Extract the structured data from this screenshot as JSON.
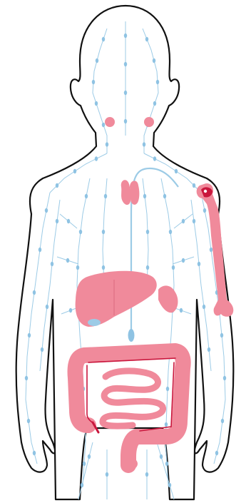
{
  "figure": {
    "subject": "child-body-outline",
    "colors": {
      "background": "#ffffff",
      "outline": "#111111",
      "lymph_vessel": "#9ccbe6",
      "lymph_node": "#8fc3e3",
      "organ": "#f08a9b",
      "organ_dark": "#e06f84",
      "marrow": "#c9173d"
    },
    "organs": [
      {
        "id": "tonsils",
        "icon": "tonsil-icon"
      },
      {
        "id": "thymus",
        "icon": "thymus-icon"
      },
      {
        "id": "bone-marrow",
        "icon": "bone-icon"
      },
      {
        "id": "liver",
        "icon": "liver-icon"
      },
      {
        "id": "spleen",
        "icon": "spleen-icon"
      },
      {
        "id": "gallbladder",
        "icon": "gallbladder-icon"
      },
      {
        "id": "large-intestine",
        "icon": "colon-icon"
      },
      {
        "id": "small-intestine",
        "icon": "small-intestine-icon"
      },
      {
        "id": "thoracic-duct",
        "icon": "duct-icon"
      }
    ]
  }
}
